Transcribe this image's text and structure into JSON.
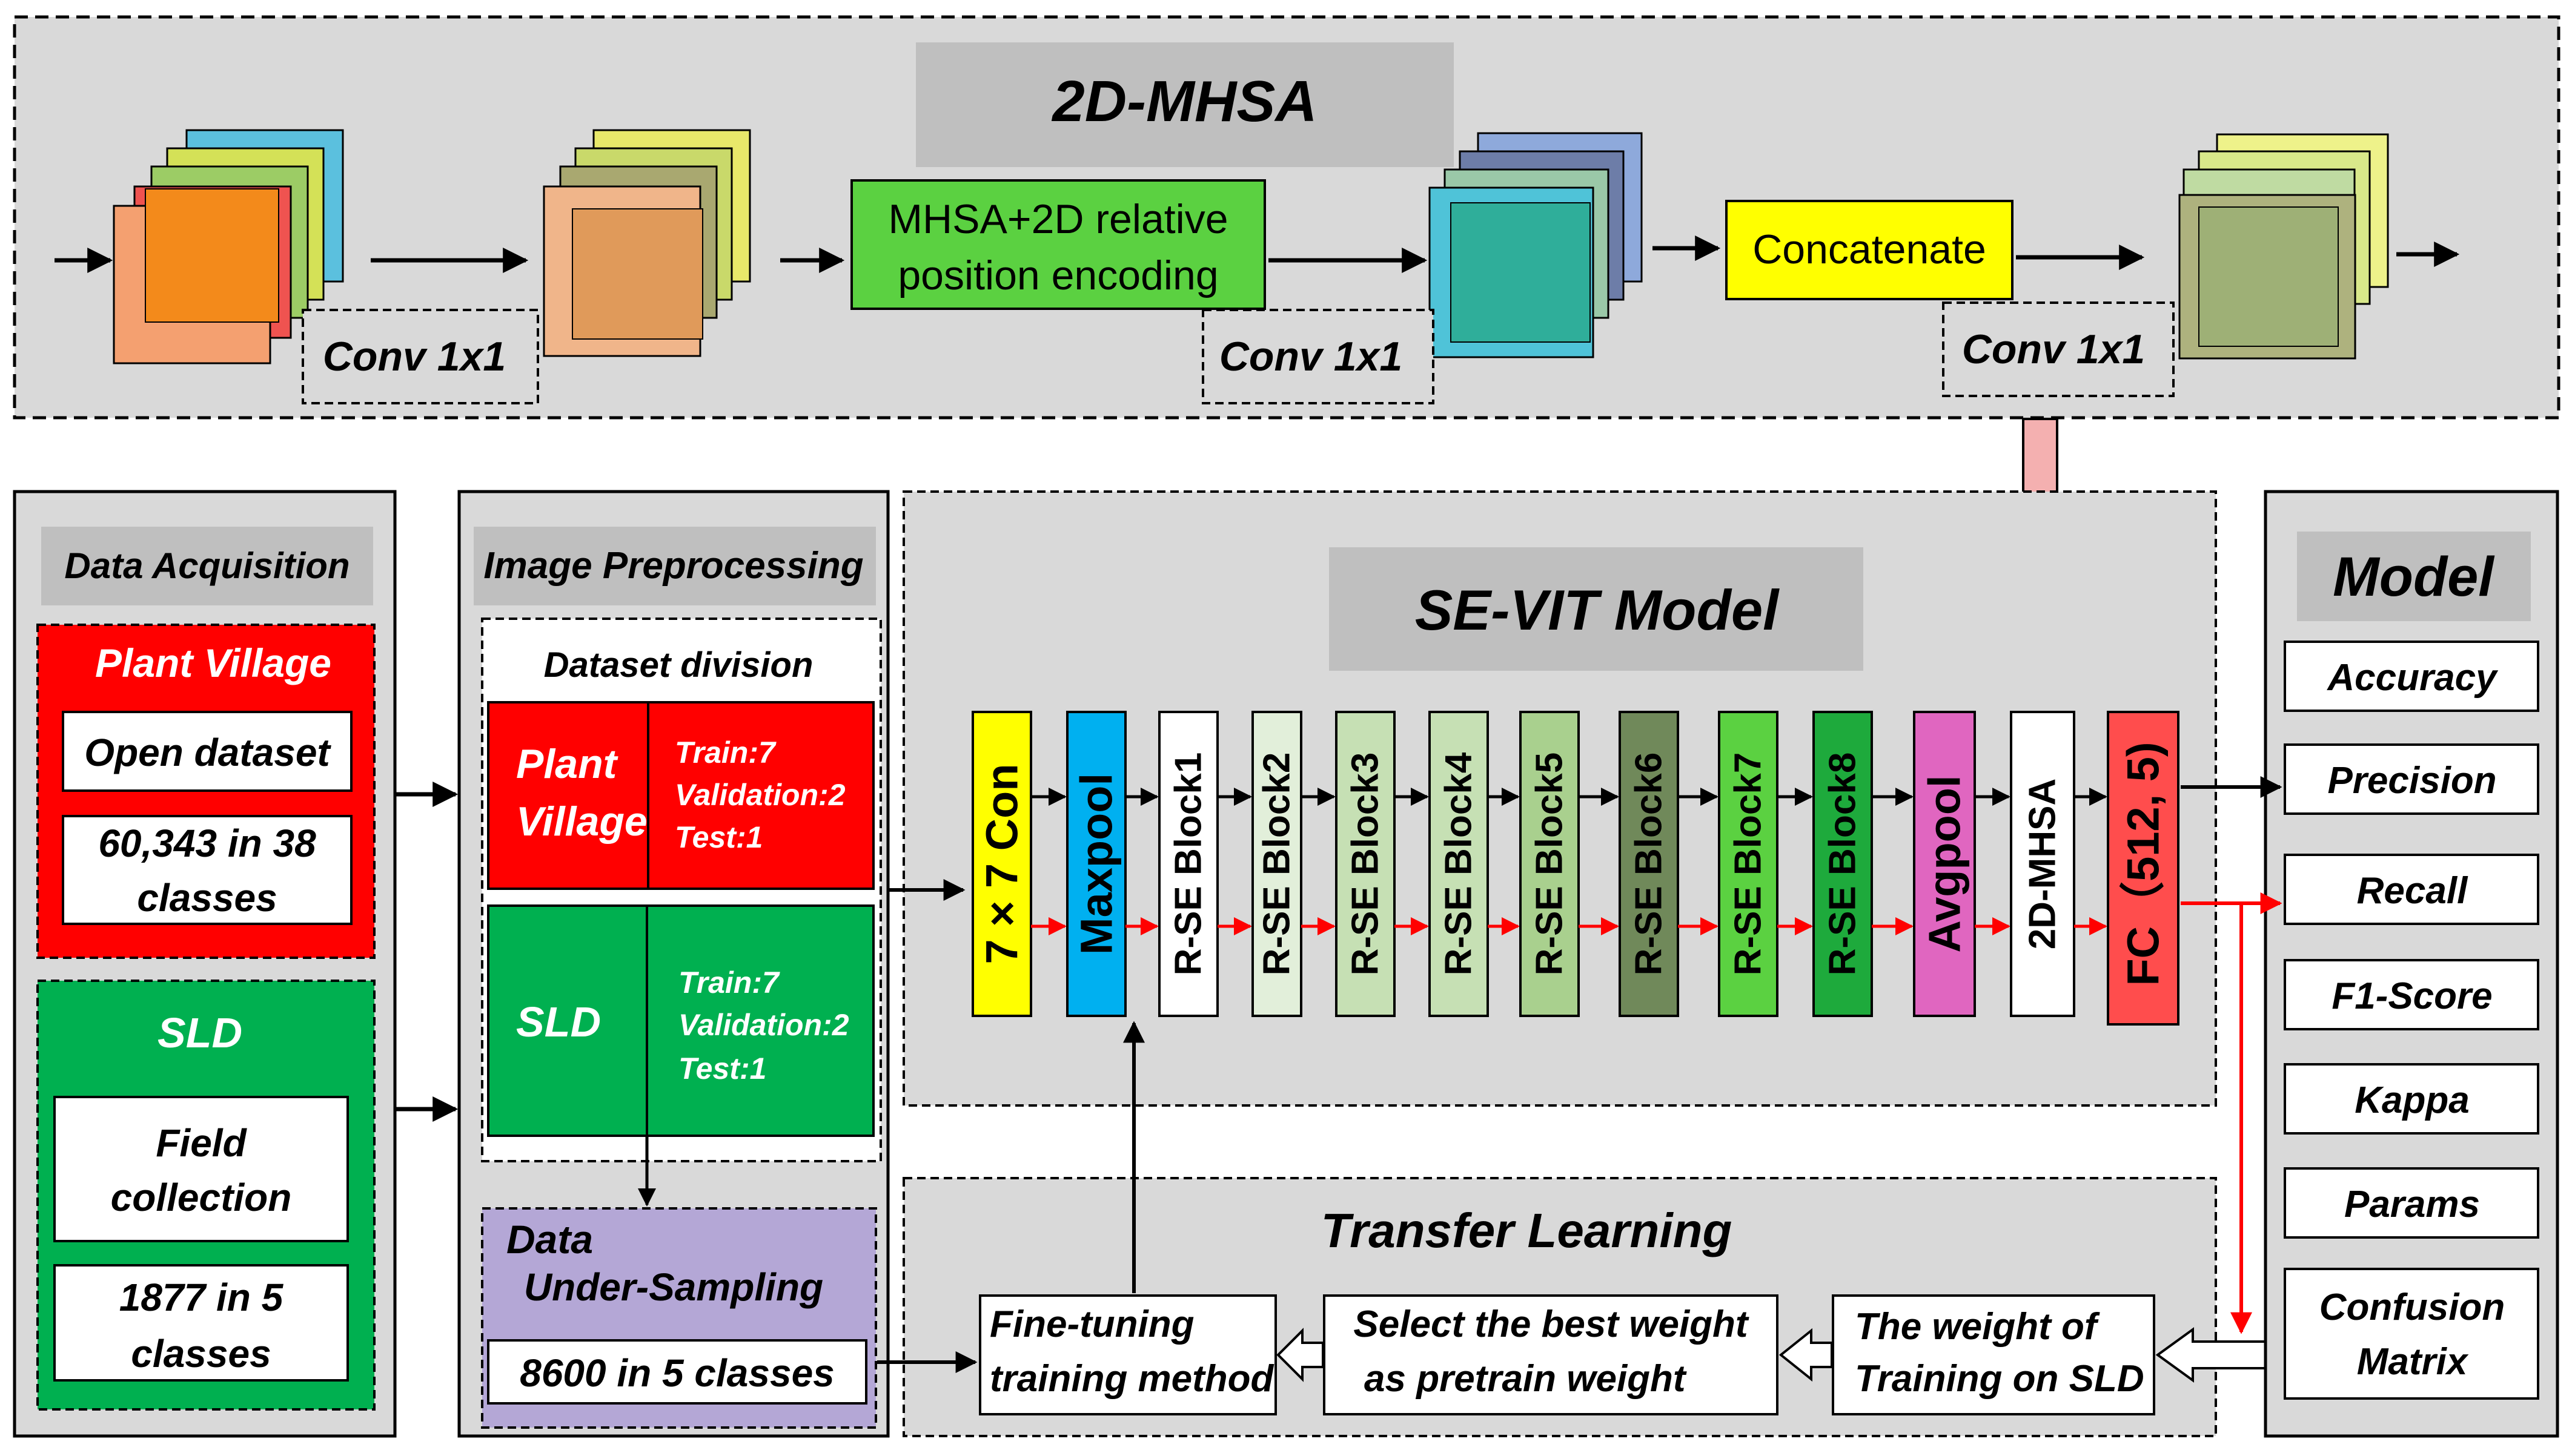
{
  "mhsa": {
    "title": "2D-MHSA",
    "conv1": "Conv 1x1",
    "conv2": "Conv 1x1",
    "conv3": "Conv 1x1",
    "mhsa_line1": "MHSA+2D relative",
    "mhsa_line2": "position encoding",
    "concat": "Concatenate"
  },
  "acquisition": {
    "title": "Data Acquisition",
    "plant_village": {
      "title": "Plant Village",
      "box1": "Open dataset",
      "box2_line1": "60,343 in 38",
      "box2_line2": "classes"
    },
    "sld": {
      "title": "SLD",
      "box1_line1": "Field",
      "box1_line2": "collection",
      "box2_line1": "1877 in 5",
      "box2_line2": "classes"
    }
  },
  "preprocessing": {
    "title": "Image Preprocessing",
    "division_title": "Dataset division",
    "pv_label_line1": "Plant",
    "pv_label_line2": "Village",
    "pv_train": "Train:7",
    "pv_val": "Validation:2",
    "pv_test": "Test:1",
    "sld_label": "SLD",
    "sld_train": "Train:7",
    "sld_val": "Validation:2",
    "sld_test": "Test:1",
    "undersampling_line1": "Data",
    "undersampling_line2": "Under-Sampling",
    "undersampling_result": "8600 in 5 classes"
  },
  "model_block": {
    "title": "SE-VIT Model",
    "layers": [
      {
        "label": "7 × 7 Con",
        "color": "#ffff00"
      },
      {
        "label": "Maxpool",
        "color": "#00b0f0"
      },
      {
        "label": "R-SE Block1",
        "color": "#ffffff"
      },
      {
        "label": "R-SE Block2",
        "color": "#e2efda"
      },
      {
        "label": "R-SE Block3",
        "color": "#c6e0b4"
      },
      {
        "label": "R-SE Block4",
        "color": "#c6e0b4"
      },
      {
        "label": "R-SE Block5",
        "color": "#a9d08e"
      },
      {
        "label": "R-SE Block6",
        "color": "#70895a"
      },
      {
        "label": "R-SE Block7",
        "color": "#5bd141"
      },
      {
        "label": "R-SE Block8",
        "color": "#1eaa3c"
      },
      {
        "label": "Avgpool",
        "color": "#e066c0"
      },
      {
        "label": "2D-MHSA",
        "color": "#ffffff"
      },
      {
        "label": "FC（512, 5)",
        "color": "#ff4d4d"
      }
    ]
  },
  "transfer": {
    "title": "Transfer Learning",
    "weight_line1": "The weight of",
    "weight_line2": "Training on SLD",
    "select_line1": "Select the best weight",
    "select_line2": "as pretrain weight",
    "finetune_line1": "Fine-tuning",
    "finetune_line2": "training method"
  },
  "metrics": {
    "title": "Model",
    "items": [
      "Accuracy",
      "Precision",
      "Recall",
      "F1-Score",
      "Kappa",
      "Params"
    ],
    "confusion_line1": "Confusion",
    "confusion_line2": "Matrix"
  }
}
